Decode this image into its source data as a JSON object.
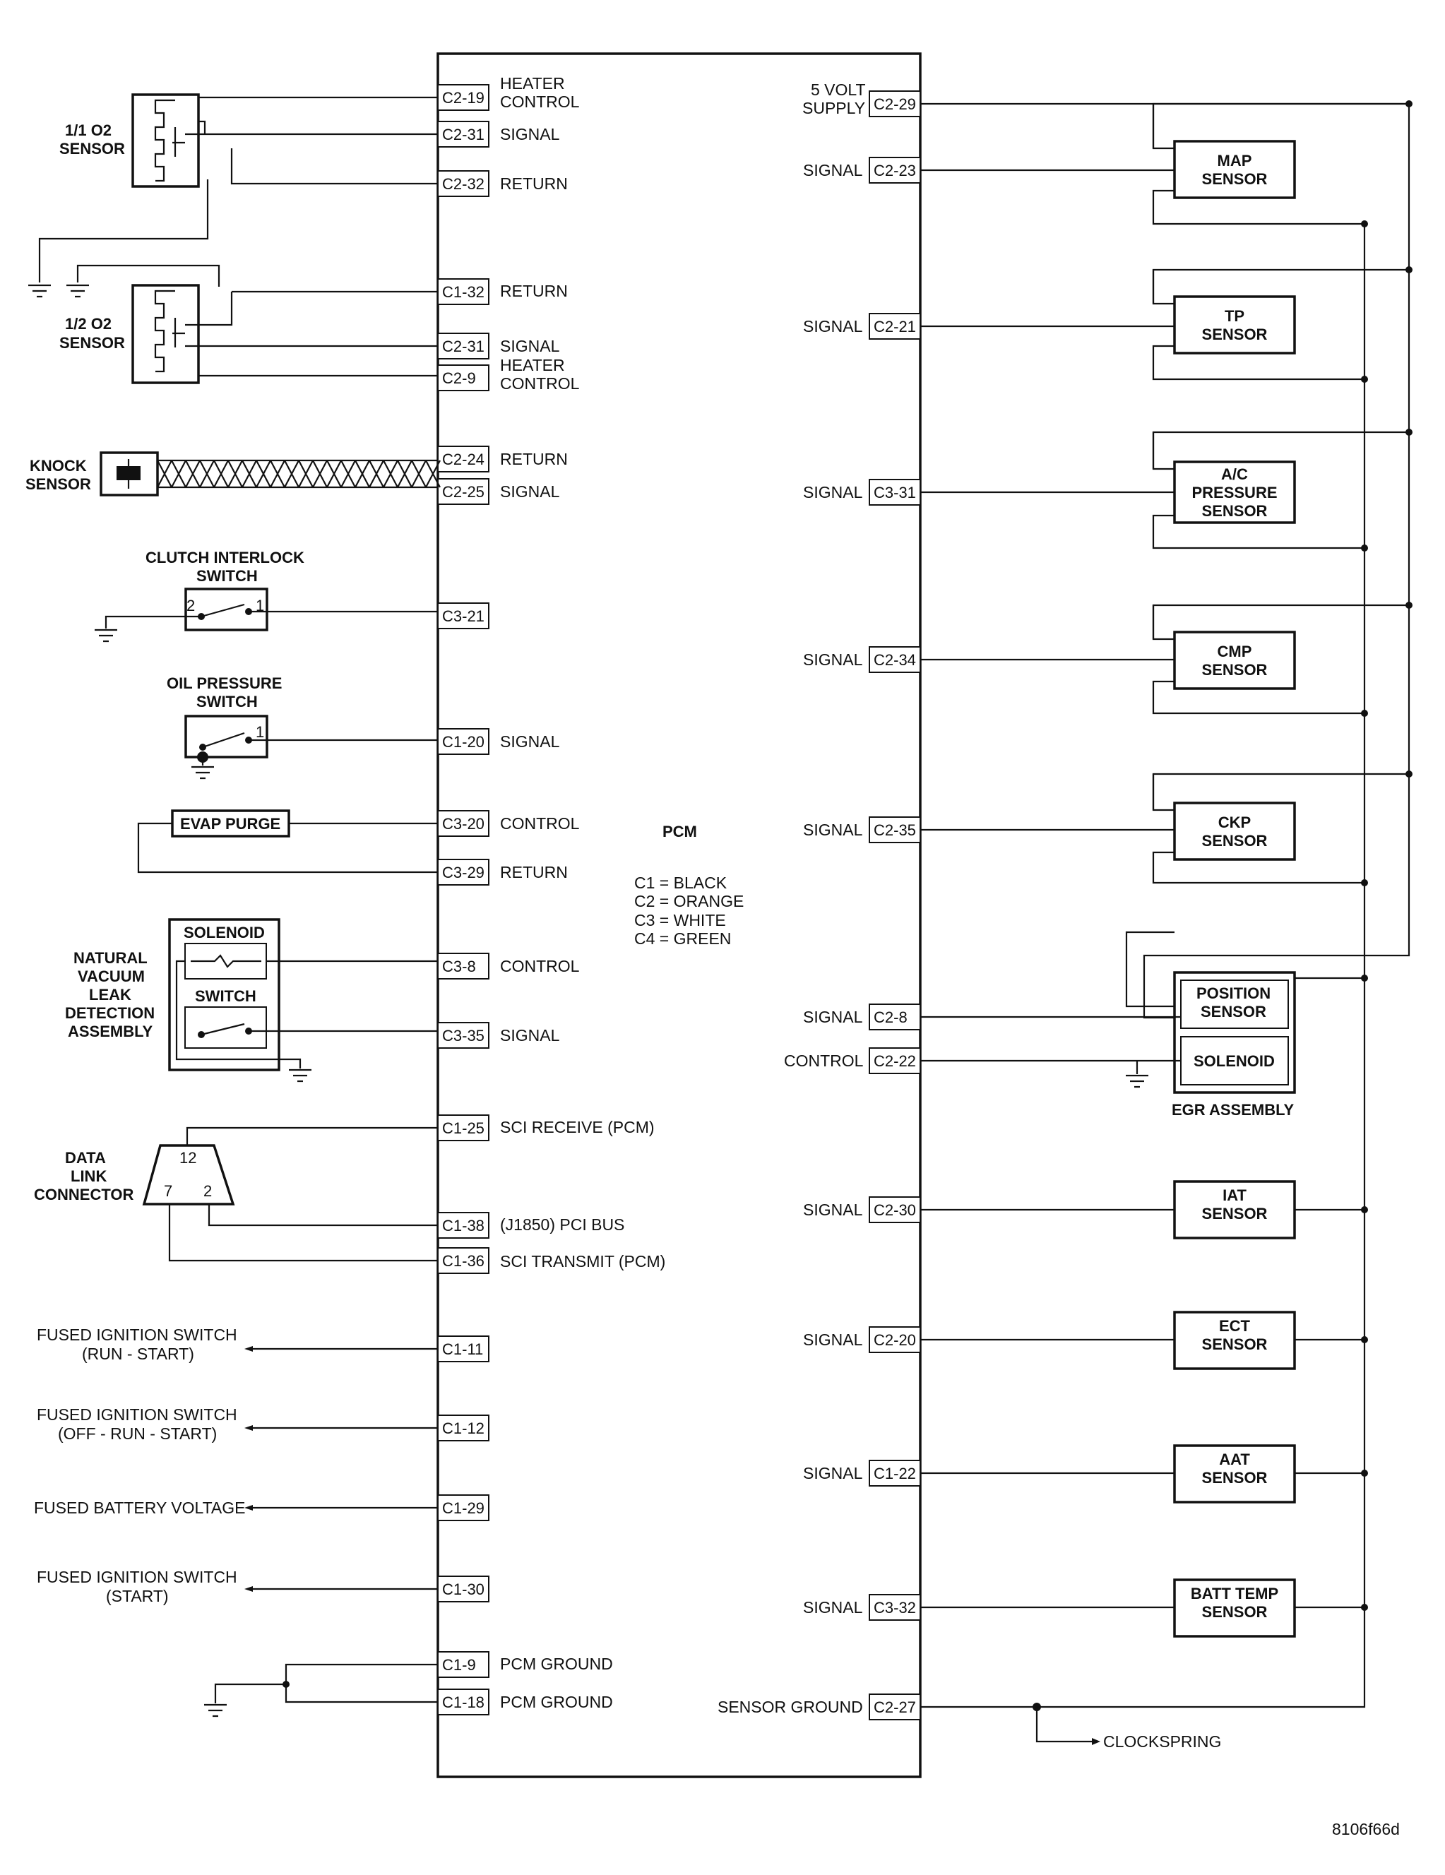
{
  "pcm": {
    "title": "PCM",
    "legend": [
      "C1 = BLACK",
      "C2 = ORANGE",
      "C3 = WHITE",
      "C4 = GREEN"
    ]
  },
  "left_pins": [
    {
      "id": "C2-19",
      "label": [
        "HEATER",
        "CONTROL"
      ]
    },
    {
      "id": "C2-31",
      "label": [
        "SIGNAL"
      ]
    },
    {
      "id": "C2-32",
      "label": [
        "RETURN"
      ]
    },
    {
      "id": "C1-32",
      "label": [
        "RETURN"
      ]
    },
    {
      "id": "C2-31",
      "label": [
        "SIGNAL"
      ]
    },
    {
      "id": "C2-9",
      "label": [
        "HEATER",
        "CONTROL"
      ]
    },
    {
      "id": "C2-24",
      "label": [
        "RETURN"
      ]
    },
    {
      "id": "C2-25",
      "label": [
        "SIGNAL"
      ]
    },
    {
      "id": "C3-21",
      "label": []
    },
    {
      "id": "C1-20",
      "label": [
        "SIGNAL"
      ]
    },
    {
      "id": "C3-20",
      "label": [
        "CONTROL"
      ]
    },
    {
      "id": "C3-29",
      "label": [
        "RETURN"
      ]
    },
    {
      "id": "C3-8",
      "label": [
        "CONTROL"
      ]
    },
    {
      "id": "C3-35",
      "label": [
        "SIGNAL"
      ]
    },
    {
      "id": "C1-25",
      "label": [
        "SCI RECEIVE (PCM)"
      ]
    },
    {
      "id": "C1-38",
      "label": [
        "(J1850) PCI BUS"
      ]
    },
    {
      "id": "C1-36",
      "label": [
        "SCI TRANSMIT (PCM)"
      ]
    },
    {
      "id": "C1-11",
      "label": []
    },
    {
      "id": "C1-12",
      "label": []
    },
    {
      "id": "C1-29",
      "label": []
    },
    {
      "id": "C1-30",
      "label": []
    },
    {
      "id": "C1-9",
      "label": [
        "PCM GROUND"
      ]
    },
    {
      "id": "C1-18",
      "label": [
        "PCM GROUND"
      ]
    }
  ],
  "right_pins": [
    {
      "id": "C2-29",
      "label": [
        "5 VOLT",
        "SUPPLY"
      ]
    },
    {
      "id": "C2-23",
      "label": [
        "SIGNAL"
      ]
    },
    {
      "id": "C2-21",
      "label": [
        "SIGNAL"
      ]
    },
    {
      "id": "C3-31",
      "label": [
        "SIGNAL"
      ]
    },
    {
      "id": "C2-34",
      "label": [
        "SIGNAL"
      ]
    },
    {
      "id": "C2-35",
      "label": [
        "SIGNAL"
      ]
    },
    {
      "id": "C2-8",
      "label": [
        "SIGNAL"
      ]
    },
    {
      "id": "C2-22",
      "label": [
        "CONTROL"
      ]
    },
    {
      "id": "C2-30",
      "label": [
        "SIGNAL"
      ]
    },
    {
      "id": "C2-20",
      "label": [
        "SIGNAL"
      ]
    },
    {
      "id": "C1-22",
      "label": [
        "SIGNAL"
      ]
    },
    {
      "id": "C3-32",
      "label": [
        "SIGNAL"
      ]
    },
    {
      "id": "C2-27",
      "label": [
        "SENSOR GROUND"
      ]
    }
  ],
  "left_components": {
    "o2_1_1": [
      "1/1 O2",
      "SENSOR"
    ],
    "o2_1_2": [
      "1/2 O2",
      "SENSOR"
    ],
    "knock": [
      "KNOCK",
      "SENSOR"
    ],
    "clutch": [
      "CLUTCH INTERLOCK",
      "SWITCH"
    ],
    "clutch_pins": [
      "2",
      "1"
    ],
    "oil": [
      "OIL PRESSURE",
      "SWITCH"
    ],
    "oil_pin": "1",
    "evap": "EVAP PURGE",
    "nvld": [
      "NATURAL",
      "VACUUM",
      "LEAK",
      "DETECTION",
      "ASSEMBLY"
    ],
    "nvld_solenoid": "SOLENOID",
    "nvld_switch": "SWITCH",
    "dlc": [
      "DATA",
      "LINK",
      "CONNECTOR"
    ],
    "dlc_pins": [
      "12",
      "7",
      "2"
    ],
    "fused_run_start": [
      "FUSED IGNITION SWITCH",
      "(RUN - START)"
    ],
    "fused_off_run_start": [
      "FUSED IGNITION SWITCH",
      "(OFF - RUN - START)"
    ],
    "fused_batt": "FUSED BATTERY VOLTAGE",
    "fused_start": [
      "FUSED IGNITION SWITCH",
      "(START)"
    ]
  },
  "right_components": {
    "map": [
      "MAP",
      "SENSOR"
    ],
    "tp": [
      "TP",
      "SENSOR"
    ],
    "ac": [
      "A/C",
      "PRESSURE",
      "SENSOR"
    ],
    "cmp": [
      "CMP",
      "SENSOR"
    ],
    "ckp": [
      "CKP",
      "SENSOR"
    ],
    "egr_position": [
      "POSITION",
      "SENSOR"
    ],
    "egr_solenoid": "SOLENOID",
    "egr_assembly": "EGR ASSEMBLY",
    "iat": [
      "IAT",
      "SENSOR"
    ],
    "ect": [
      "ECT",
      "SENSOR"
    ],
    "aat": [
      "AAT",
      "SENSOR"
    ],
    "batt_temp": [
      "BATT TEMP",
      "SENSOR"
    ],
    "clockspring": "CLOCKSPRING"
  },
  "figure_id": "8106f66d"
}
